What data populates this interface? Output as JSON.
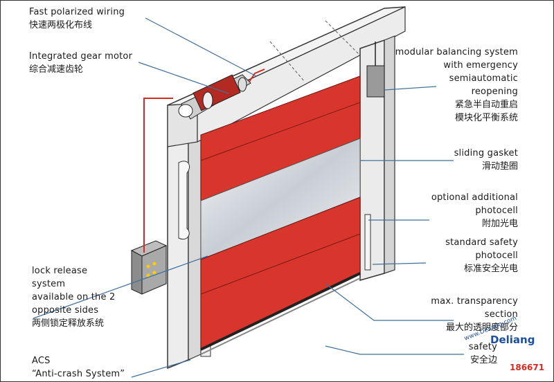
{
  "labels": {
    "fast_wiring": {
      "en": "Fast polarized wiring",
      "zh": "快速两极化布线"
    },
    "gear_motor": {
      "en": "Integrated gear motor",
      "zh": "综合减速齿轮"
    },
    "balancing": {
      "en1": "modular balancing system",
      "en2": "with emergency",
      "en3": "semiautomatic",
      "en4": "reopening",
      "zh1": "紧急半自动重启",
      "zh2": "模块化平衡系统"
    },
    "sliding_gasket": {
      "en": "sliding gasket",
      "zh": "滑动垫圈"
    },
    "photocell_optional": {
      "en1": "optional additional",
      "en2": "photocell",
      "zh": "附加光电"
    },
    "photocell_standard": {
      "en1": "standard safety",
      "en2": "photocell",
      "zh": "标准安全光电"
    },
    "lock_release": {
      "en1": "lock release",
      "en2": "system",
      "en3": "available on the 2",
      "en4": "opposite sides",
      "zh": "两侧锁定释放系统"
    },
    "transparency": {
      "en1": "max. transparency",
      "en2": "section",
      "zh": "最大的透明度部分"
    },
    "safety_edge": {
      "en": "safety",
      "zh": "安全边"
    },
    "acs": {
      "en1": "ACS",
      "en2": "“Anti-crash System”"
    }
  },
  "watermark": {
    "brand": "Deliang",
    "url": "www.Deliang.com",
    "phone": "186671"
  },
  "colors": {
    "curtain": "#d8362c",
    "line": "#3f6f9c",
    "wire": "#d42a20",
    "frame": "#ececec"
  }
}
